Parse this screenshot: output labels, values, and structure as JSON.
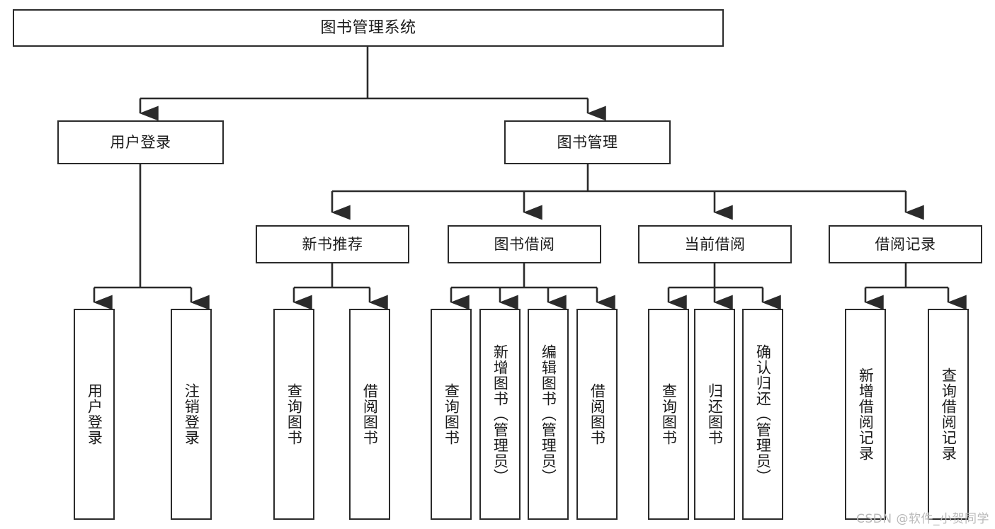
{
  "diagram": {
    "title": "图书管理系统",
    "watermark": "CSDN @软件_小贺同学",
    "line_color": "#2b2b2b",
    "box_fill": "#ffffff",
    "text_color": "#1a1a1a",
    "watermark_color": "#b9b9b9"
  },
  "nodes": {
    "root": {
      "label": "图书管理系统"
    },
    "level2": [
      {
        "label": "用户登录"
      },
      {
        "label": "图书管理"
      }
    ],
    "level3": [
      {
        "label": "新书推荐"
      },
      {
        "label": "图书借阅"
      },
      {
        "label": "当前借阅"
      },
      {
        "label": "借阅记录"
      }
    ],
    "leaves": {
      "user_login": [
        {
          "label": "用户登录"
        },
        {
          "label": "注销登录"
        }
      ],
      "new_book": [
        {
          "label": "查询图书"
        },
        {
          "label": "借阅图书"
        }
      ],
      "book_borrow": [
        {
          "label": "查询图书"
        },
        {
          "label": "新增图书（管理员）"
        },
        {
          "label": "编辑图书（管理员）"
        },
        {
          "label": "借阅图书"
        }
      ],
      "current_borrow": [
        {
          "label": "查询图书"
        },
        {
          "label": "归还图书"
        },
        {
          "label": "确认归还（管理员）"
        }
      ],
      "borrow_record": [
        {
          "label": "新增借阅记录"
        },
        {
          "label": "查询借阅记录"
        }
      ]
    }
  }
}
